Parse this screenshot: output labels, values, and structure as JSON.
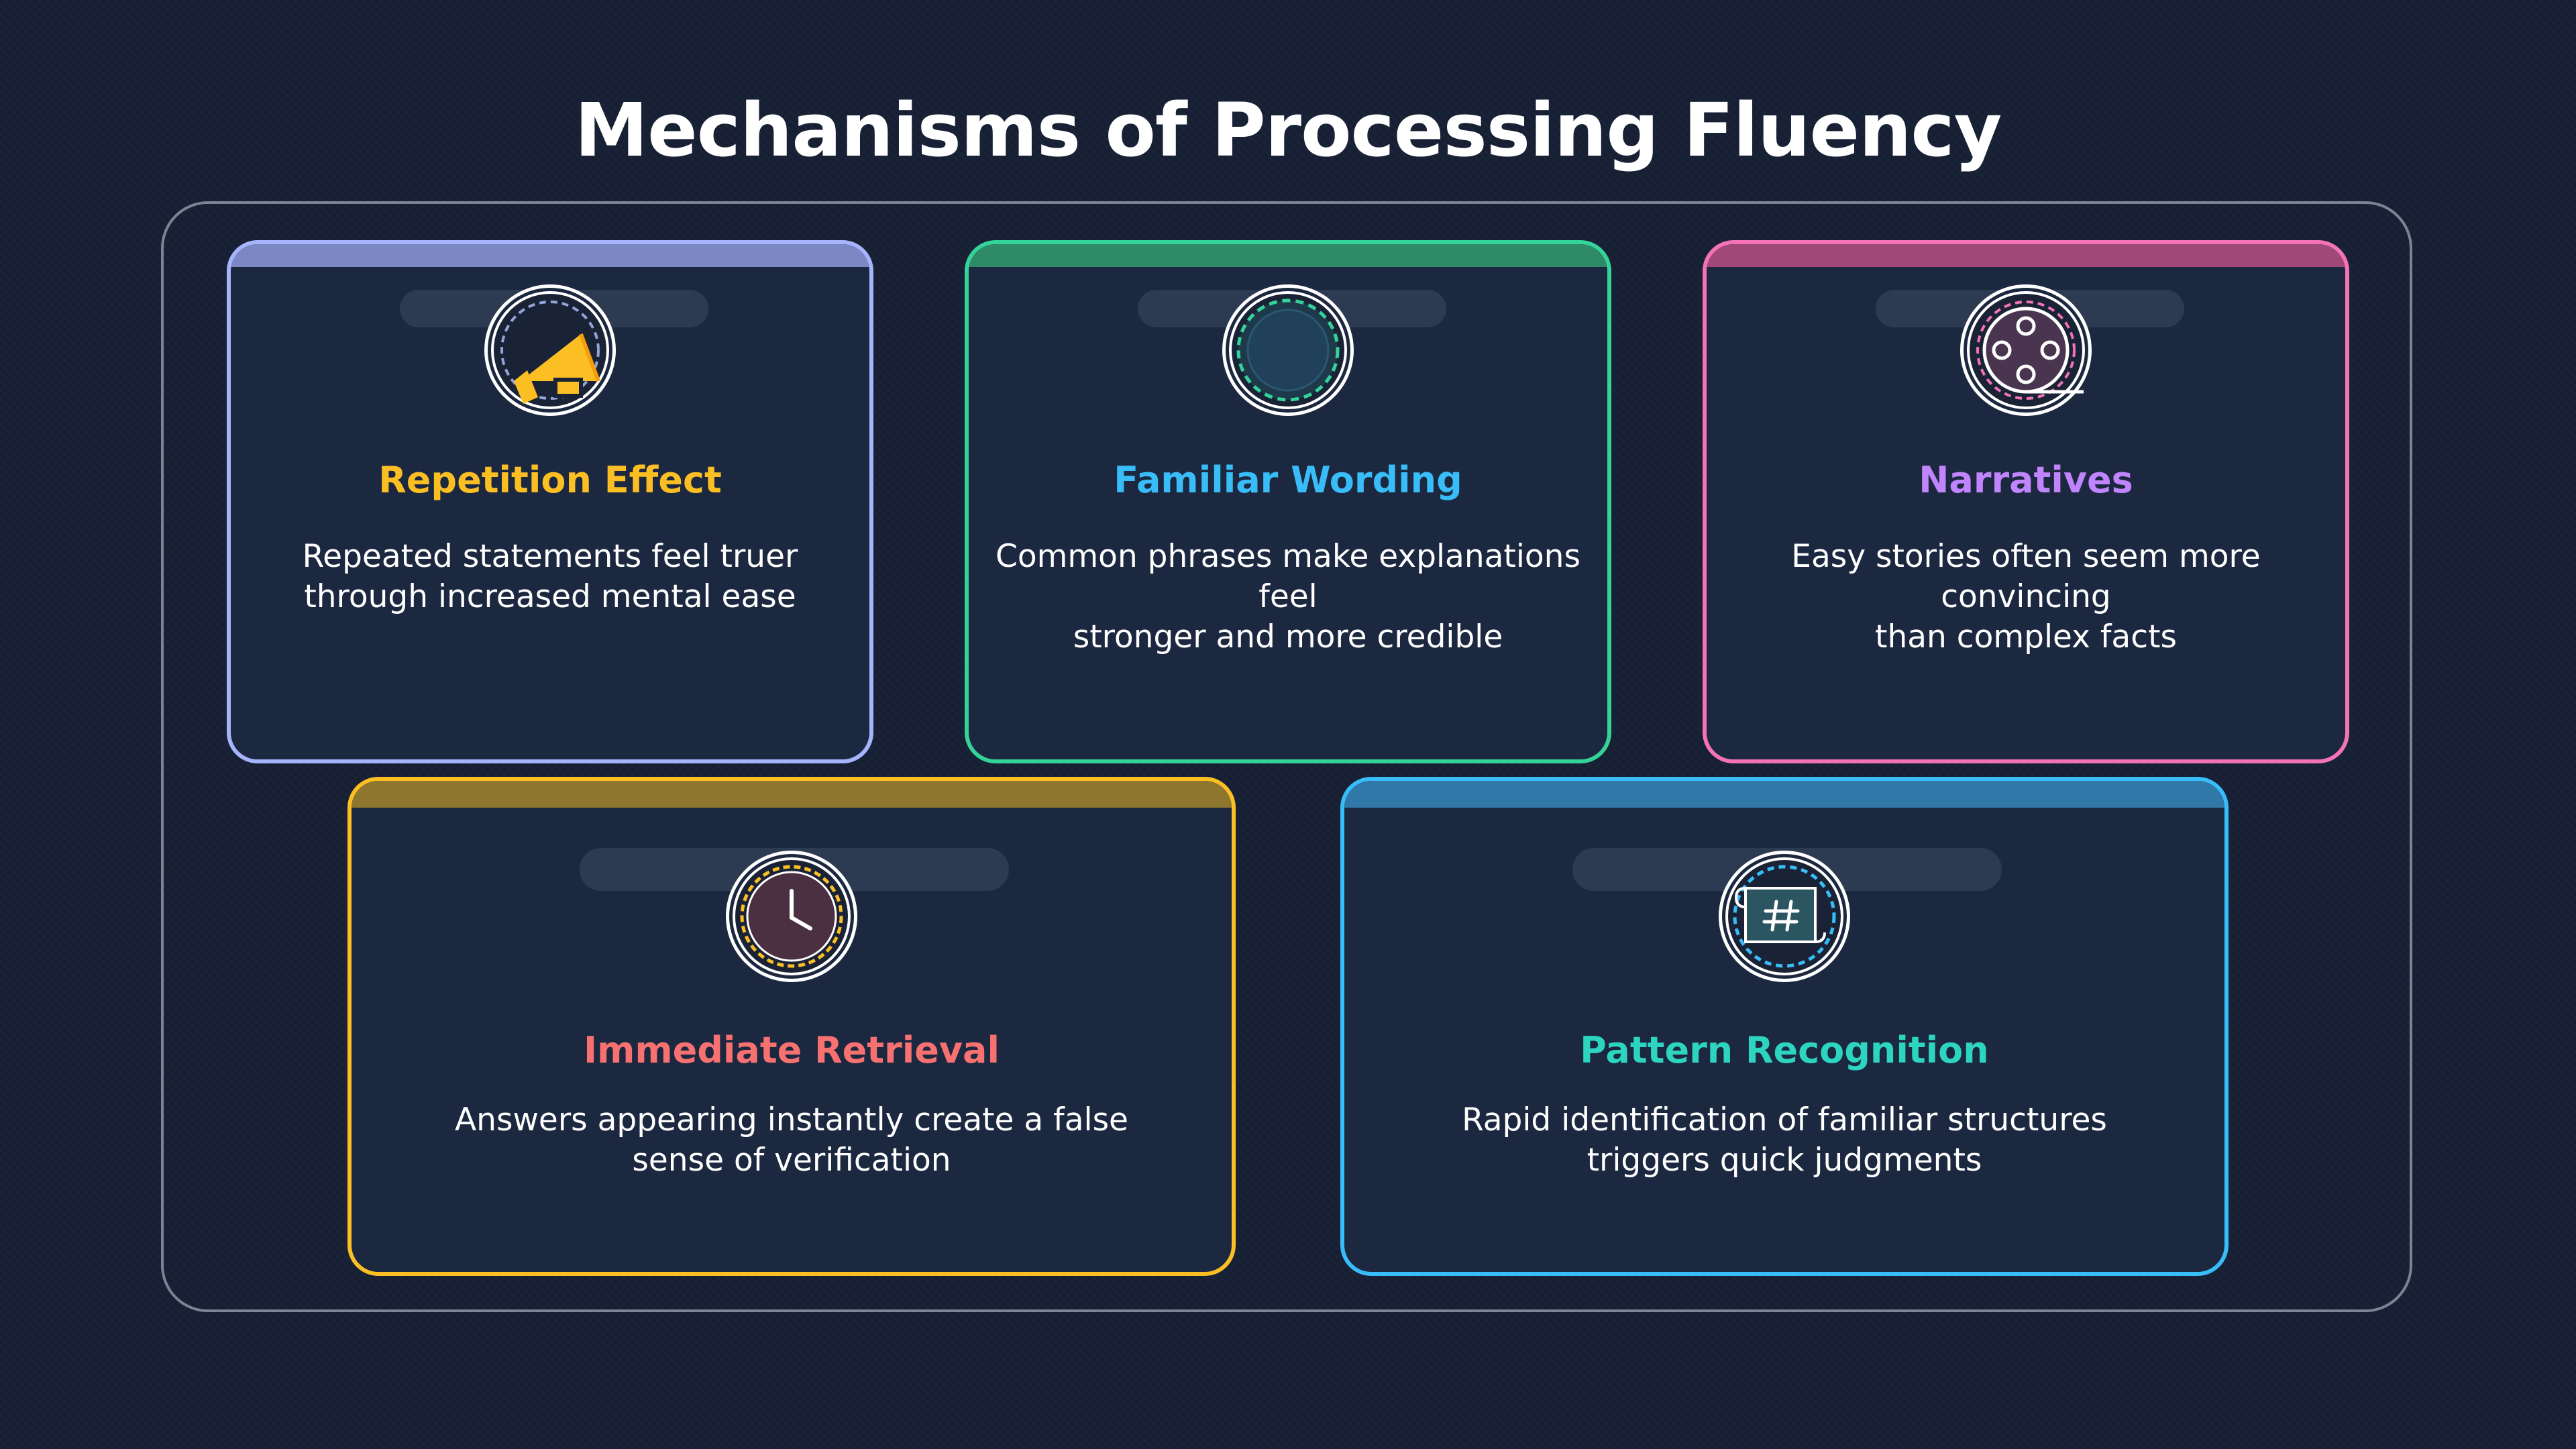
{
  "title": "Mechanisms of Processing Fluency",
  "cards": [
    {
      "label": "Repetition Effect",
      "description": "Repeated statements feel truer\nthrough increased mental ease",
      "icon": "megaphone-icon",
      "border_color": "#a5b4fc",
      "label_color": "#fbbf24"
    },
    {
      "label": "Familiar Wording",
      "description": "Common phrases make explanations feel\nstronger and more credible",
      "icon": "circle-icon",
      "border_color": "#34d399",
      "label_color": "#38bdf8"
    },
    {
      "label": "Narratives",
      "description": "Easy stories often seem more convincing\nthan complex facts",
      "icon": "film-reel-icon",
      "border_color": "#f472b6",
      "label_color": "#c084fc"
    },
    {
      "label": "Immediate Retrieval",
      "description": "Answers appearing instantly create a false\nsense of verification",
      "icon": "clock-icon",
      "border_color": "#fbbf24",
      "label_color": "#f87171"
    },
    {
      "label": "Pattern Recognition",
      "description": "Rapid identification of familiar structures\ntriggers quick judgments",
      "icon": "hash-scroll-icon",
      "border_color": "#38bdf8",
      "label_color": "#2dd4bf"
    }
  ]
}
